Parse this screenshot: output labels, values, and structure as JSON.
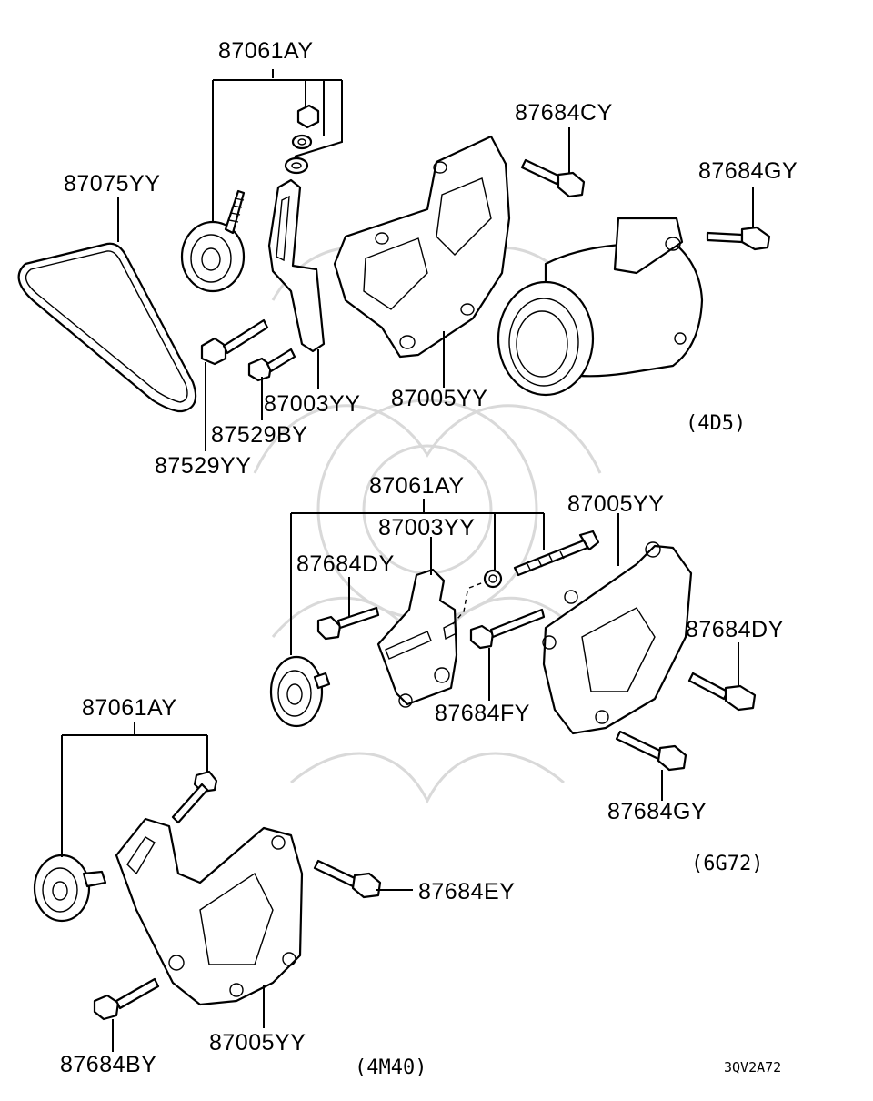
{
  "section_4d5": {
    "engine": "(4D5)",
    "labels": {
      "tensioner_top": "87061AY",
      "belt": "87075YY",
      "bolt_cy": "87684CY",
      "bolt_gy": "87684GY",
      "arm": "87003YY",
      "bracket": "87005YY",
      "bolt_by": "87529BY",
      "bolt_yy": "87529YY"
    }
  },
  "section_6g72": {
    "engine": "(6G72)",
    "labels": {
      "tensioner": "87061AY",
      "arm": "87003YY",
      "bracket": "87005YY",
      "bolt_dy_left": "87684DY",
      "bolt_dy_right": "87684DY",
      "bolt_fy": "87684FY",
      "bolt_gy": "87684GY"
    }
  },
  "section_4m40": {
    "engine": "(4M40)",
    "labels": {
      "tensioner": "87061AY",
      "bolt_ey": "87684EY",
      "bracket": "87005YY",
      "bolt_by": "87684BY"
    }
  },
  "figure_code": "3QV2A72"
}
